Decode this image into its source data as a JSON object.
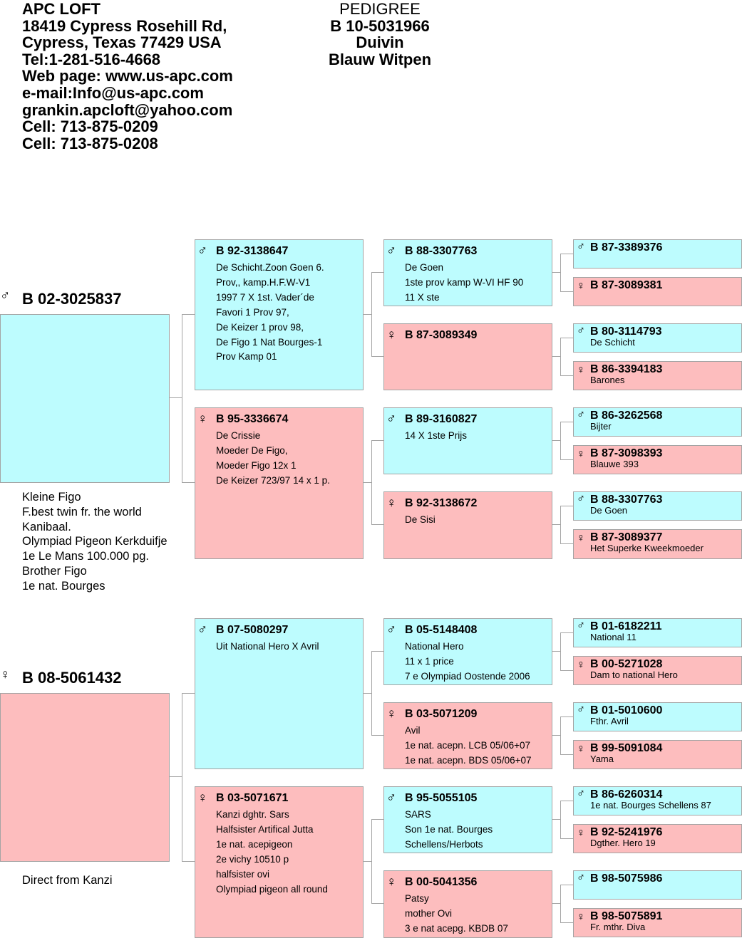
{
  "loft": {
    "lines": [
      "APC LOFT",
      "18419 Cypress Rosehill Rd,",
      "Cypress, Texas 77429 USA",
      "Tel:1-281-516-4668",
      "Web page: www.us-apc.com",
      "e-mail:Info@us-apc.com",
      "grankin.apcloft@yahoo.com",
      "Cell: 713-875-0209",
      "Cell: 713-875-0208"
    ]
  },
  "pedigree": {
    "heading": "PEDIGREE",
    "ring": "B 10-5031966",
    "sex": "Duivin",
    "color": "Blauw Witpen"
  },
  "symbols": {
    "male": "♂",
    "female": "♀"
  },
  "gen1": {
    "sire": {
      "ring": "B 02-3025837",
      "notes": [
        "Kleine Figo",
        "F.best twin fr. the world",
        "Kanibaal.",
        "Olympiad Pigeon Kerkduifje",
        "1e Le Mans 100.000 pg.",
        "Brother Figo",
        "1e nat. Bourges"
      ]
    },
    "dam": {
      "ring": "B 08-5061432",
      "notes": [
        "Direct from Kanzi"
      ]
    }
  },
  "gen2": [
    {
      "ring": "B 92-3138647",
      "notes": [
        "De Schicht.Zoon Goen 6.",
        "Prov,, kamp.H.F.W-V1",
        "1997 7 X 1st. Vader´de",
        "Favori 1 Prov 97,",
        "De Keizer 1 prov 98,",
        "De Figo 1 Nat Bourges-1",
        "Prov Kamp 01"
      ]
    },
    {
      "ring": "B 95-3336674",
      "notes": [
        "De Crissie",
        "Moeder De Figo,",
        "Moeder Figo 12x 1",
        "De Keizer 723/97 14 x 1 p."
      ]
    },
    {
      "ring": "B 07-5080297",
      "notes": [
        "Uit National Hero X Avril"
      ]
    },
    {
      "ring": "B 03-5071671",
      "notes": [
        "Kanzi dghtr. Sars",
        "Halfsister Artifical Jutta",
        "1e nat. acepigeon",
        "2e vichy 10510 p",
        "halfsister ovi",
        "Olympiad pigeon all round"
      ]
    }
  ],
  "gen3": [
    {
      "ring": "B 88-3307763",
      "notes": [
        "De Goen",
        "1ste prov kamp W-VI HF 90",
        "11 X ste"
      ]
    },
    {
      "ring": "B 87-3089349",
      "notes": []
    },
    {
      "ring": "B 89-3160827",
      "notes": [
        "14 X 1ste Prijs"
      ]
    },
    {
      "ring": "B 92-3138672",
      "notes": [
        "De Sisi"
      ]
    },
    {
      "ring": "B 05-5148408",
      "notes": [
        "National Hero",
        "11 x 1 price",
        "7 e Olympiad Oostende 2006"
      ]
    },
    {
      "ring": "B 03-5071209",
      "notes": [
        "Avil",
        "1e nat. acepn. LCB 05/06+07",
        "1e nat. acepn. BDS 05/06+07"
      ]
    },
    {
      "ring": "B 95-5055105",
      "notes": [
        "SARS",
        "Son 1e nat. Bourges",
        "Schellens/Herbots"
      ]
    },
    {
      "ring": "B 00-5041356",
      "notes": [
        "Patsy",
        "mother Ovi",
        "3 e nat acepg. KBDB 07"
      ]
    }
  ],
  "gen4": [
    {
      "ring": "B 87-3389376",
      "note": ""
    },
    {
      "ring": "B 87-3089381",
      "note": ""
    },
    {
      "ring": "B 80-3114793",
      "note": "De Schicht"
    },
    {
      "ring": "B 86-3394183",
      "note": "Barones"
    },
    {
      "ring": "B 86-3262568",
      "note": "Bijter"
    },
    {
      "ring": "B 87-3098393",
      "note": "Blauwe 393"
    },
    {
      "ring": "B 88-3307763",
      "note": "De Goen"
    },
    {
      "ring": "B 87-3089377",
      "note": "Het Superke Kweekmoeder"
    },
    {
      "ring": "B 01-6182211",
      "note": "National 11"
    },
    {
      "ring": "B 00-5271028",
      "note": "Dam to national Hero"
    },
    {
      "ring": "B 01-5010600",
      "note": "Fthr. Avril"
    },
    {
      "ring": "B 99-5091084",
      "note": "Yama"
    },
    {
      "ring": "B 86-6260314",
      "note": "1e nat. Bourges Schellens 87"
    },
    {
      "ring": "B 92-5241976",
      "note": "Dgther. Hero 19"
    },
    {
      "ring": "B 98-5075986",
      "note": ""
    },
    {
      "ring": "B 98-5075891",
      "note": "Fr. mthr. Diva"
    }
  ]
}
